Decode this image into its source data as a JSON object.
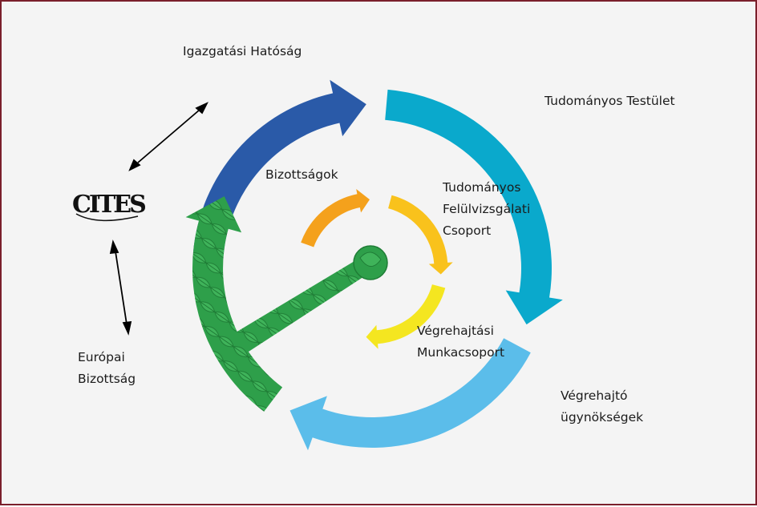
{
  "labels": {
    "management_authority": "Igazgatási Hatóság",
    "scientific_body": "Tudományos Testület",
    "committees": "Bizottságok",
    "srg_line1": "Tudományos",
    "srg_line2": "Felülvizsgálati",
    "srg_line3": "Csoport",
    "ewg_line1": "Végrehajtási",
    "ewg_line2": "Munkacsoport",
    "enforcement_line1": "Végrehajtó",
    "enforcement_line2": "ügynökségek",
    "commission_line1": "Európai",
    "commission_line2": "Bizottság"
  },
  "logo": {
    "text": "CITES"
  },
  "colors": {
    "frame_border": "#7a1f2b",
    "outer_blue": "#2a5aa8",
    "outer_cyan": "#0aa9cc",
    "outer_lightblue": "#5bbdea",
    "outer_green": "#2e9f4a",
    "inner_orange": "#f4a11c",
    "inner_amber": "#f9c21c",
    "inner_yellow": "#f4e620"
  }
}
